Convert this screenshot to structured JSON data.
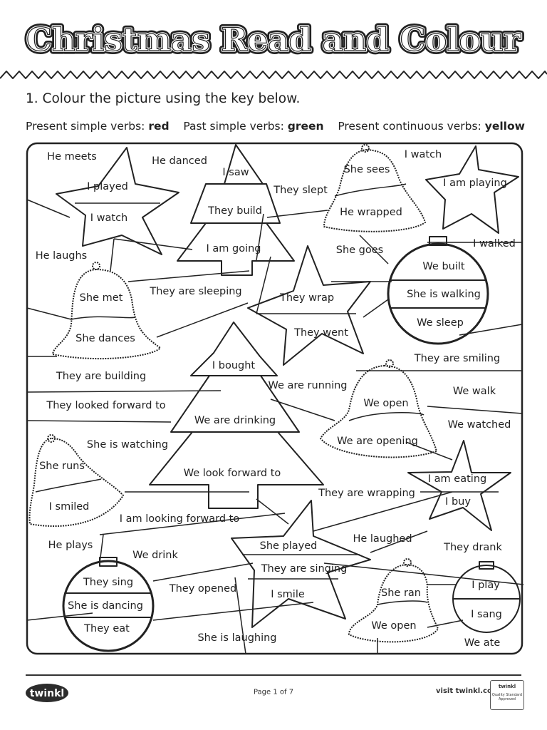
{
  "title": "Christmas Read and Colour",
  "instruction": "1. Colour the picture using the key below.",
  "key": {
    "present_simple_label": "Present simple verbs:",
    "present_simple_colour": "red",
    "past_simple_label": "Past simple verbs:",
    "past_simple_colour": "green",
    "present_continuous_label": "Present continuous verbs:",
    "present_continuous_colour": "yellow"
  },
  "labels": [
    "He meets",
    "I played",
    "I watch",
    "He danced",
    "I saw",
    "They build",
    "I am going",
    "They slept",
    "She sees",
    "He wrapped",
    "I watch",
    "I am playing",
    "He laughs",
    "She goes",
    "I walked",
    "We built",
    "She is walking",
    "We sleep",
    "She met",
    "They are sleeping",
    "They wrap",
    "They went",
    "She dances",
    "I bought",
    "They are smiling",
    "They are building",
    "We are running",
    "We open",
    "We walk",
    "They looked forward to",
    "We are drinking",
    "We watched",
    "We are opening",
    "She is watching",
    "She runs",
    "We look forward to",
    "I am eating",
    "They are wrapping",
    "I buy",
    "I smiled",
    "I am looking forward to",
    "He plays",
    "She played",
    "He laughed",
    "They drank",
    "We drink",
    "They are singing",
    "They sing",
    "She is dancing",
    "They opened",
    "I smile",
    "She ran",
    "I play",
    "They eat",
    "We open",
    "I sang",
    "She is laughing",
    "We ate"
  ],
  "footer": {
    "logo_text": "twinkl",
    "page": "Page 1 of 7",
    "visit": "visit twinkl.com",
    "badge_text": "Quality Standard Approved",
    "badge_logo": "twinkl"
  }
}
